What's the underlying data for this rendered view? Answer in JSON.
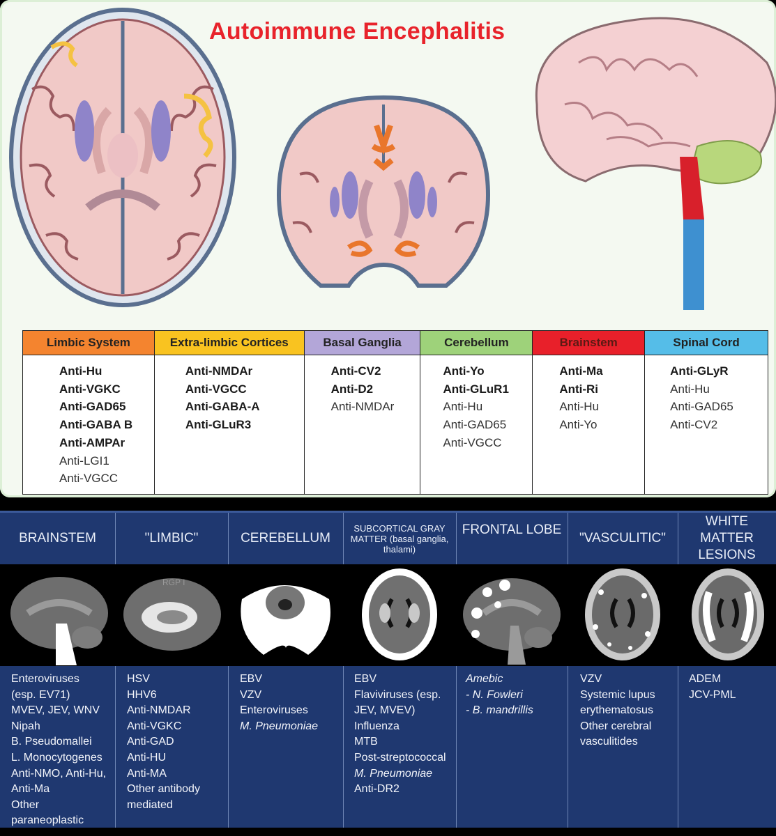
{
  "title": "Autoimmune Encephalitis",
  "colors": {
    "limbic": "#f4842f",
    "extra_limbic": "#f9c320",
    "basal_ganglia": "#b3a6d8",
    "cerebellum": "#9ed27a",
    "brainstem": "#e8202a",
    "spinal_cord": "#55bde8",
    "bottom_bg": "#1f3870"
  },
  "antibody_table": {
    "columns": [
      {
        "header": "Limbic System",
        "color": "#f4842f",
        "items": [
          {
            "text": "Anti-Hu",
            "bold": true
          },
          {
            "text": "Anti-VGKC",
            "bold": true
          },
          {
            "text": "Anti-GAD65",
            "bold": true
          },
          {
            "text": "Anti-GABA B",
            "bold": true
          },
          {
            "text": "Anti-AMPAr",
            "bold": true
          },
          {
            "text": "Anti-LGI1",
            "bold": false
          },
          {
            "text": "Anti-VGCC",
            "bold": false
          }
        ]
      },
      {
        "header": "Extra-limbic Cortices",
        "color": "#f9c320",
        "items": [
          {
            "text": "Anti-NMDAr",
            "bold": true
          },
          {
            "text": "Anti-VGCC",
            "bold": true
          },
          {
            "text": "Anti-GABA-A",
            "bold": true
          },
          {
            "text": "Anti-GLuR3",
            "bold": true
          }
        ]
      },
      {
        "header": "Basal Ganglia",
        "color": "#b3a6d8",
        "items": [
          {
            "text": "Anti-CV2",
            "bold": true
          },
          {
            "text": "Anti-D2",
            "bold": true
          },
          {
            "text": "Anti-NMDAr",
            "bold": false
          }
        ]
      },
      {
        "header": "Cerebellum",
        "color": "#9ed27a",
        "items": [
          {
            "text": "Anti-Yo",
            "bold": true
          },
          {
            "text": "Anti-GLuR1",
            "bold": true
          },
          {
            "text": "Anti-Hu",
            "bold": false
          },
          {
            "text": "Anti-GAD65",
            "bold": false
          },
          {
            "text": "Anti-VGCC",
            "bold": false
          }
        ]
      },
      {
        "header": "Brainstem",
        "color": "#e8202a",
        "items": [
          {
            "text": "Anti-Ma",
            "bold": true
          },
          {
            "text": "Anti-Ri",
            "bold": true
          },
          {
            "text": "Anti-Hu",
            "bold": false
          },
          {
            "text": "Anti-Yo",
            "bold": false
          }
        ]
      },
      {
        "header": "Spinal Cord",
        "color": "#55bde8",
        "items": [
          {
            "text": "Anti-GLyR",
            "bold": true
          },
          {
            "text": "Anti-Hu",
            "bold": false
          },
          {
            "text": "Anti-GAD65",
            "bold": false
          },
          {
            "text": "Anti-CV2",
            "bold": false
          }
        ]
      }
    ]
  },
  "infection_table": {
    "columns": [
      {
        "header": "BRAINSTEM",
        "image": "sagittal-brainstem-highlight",
        "items": [
          {
            "text": "Enteroviruses",
            "italic": false
          },
          {
            "text": "(esp. EV71)",
            "italic": false
          },
          {
            "text": "MVEV, JEV, WNV",
            "italic": false
          },
          {
            "text": "Nipah",
            "italic": false
          },
          {
            "text": "B. Pseudomallei",
            "italic": false
          },
          {
            "text": "L. Monocytogenes",
            "italic": false
          },
          {
            "text": "Anti-NMO, Anti-Hu,",
            "italic": false
          },
          {
            "text": "Anti-Ma",
            "italic": false
          },
          {
            "text": "Other",
            "italic": false
          },
          {
            "text": "paraneoplastic",
            "italic": false
          }
        ]
      },
      {
        "header": "\"LIMBIC\"",
        "image": "sagittal-limbic-highlight",
        "watermark": "RGP I",
        "items": [
          {
            "text": "HSV",
            "italic": false
          },
          {
            "text": "HHV6",
            "italic": false
          },
          {
            "text": "Anti-NMDAR",
            "italic": false
          },
          {
            "text": "Anti-VGKC",
            "italic": false
          },
          {
            "text": "Anti-GAD",
            "italic": false
          },
          {
            "text": "Anti-HU",
            "italic": false
          },
          {
            "text": "Anti-MA",
            "italic": false
          },
          {
            "text": "Other antibody",
            "italic": false
          },
          {
            "text": "mediated",
            "italic": false
          }
        ]
      },
      {
        "header": "CEREBELLUM",
        "image": "axial-cerebellum-highlight",
        "items": [
          {
            "text": "EBV",
            "italic": false
          },
          {
            "text": "VZV",
            "italic": false
          },
          {
            "text": "Enteroviruses",
            "italic": false
          },
          {
            "text": "M. Pneumoniae",
            "italic": true
          }
        ]
      },
      {
        "header": "SUBCORTICAL GRAY MATTER (basal ganglia, thalami)",
        "image": "axial-subcortical-highlight",
        "items": [
          {
            "text": "EBV",
            "italic": false
          },
          {
            "text": "Flaviviruses (esp.",
            "italic": false
          },
          {
            "text": "JEV, MVEV)",
            "italic": false
          },
          {
            "text": "Influenza",
            "italic": false
          },
          {
            "text": "MTB",
            "italic": false
          },
          {
            "text": "Post-streptococcal",
            "italic": false
          },
          {
            "text": "M. Pneumoniae",
            "italic": true
          },
          {
            "text": "Anti-DR2",
            "italic": false
          }
        ]
      },
      {
        "header": "FRONTAL LOBE",
        "image": "sagittal-frontal-lesions",
        "items": [
          {
            "text": "Amebic",
            "italic": true
          },
          {
            "text": "- N. Fowleri",
            "italic": true
          },
          {
            "text": "- B. mandrillis",
            "italic": true
          }
        ]
      },
      {
        "header": "\"VASCULITIC\"",
        "image": "axial-vasculitic-lesions",
        "items": [
          {
            "text": "VZV",
            "italic": false
          },
          {
            "text": "Systemic lupus",
            "italic": false
          },
          {
            "text": "erythematosus",
            "italic": false
          },
          {
            "text": "Other cerebral",
            "italic": false
          },
          {
            "text": "vasculitides",
            "italic": false
          }
        ]
      },
      {
        "header": "WHITE MATTER LESIONS",
        "image": "axial-white-matter-lesions",
        "items": [
          {
            "text": "ADEM",
            "italic": false
          },
          {
            "text": "JCV-PML",
            "italic": false
          }
        ]
      }
    ]
  }
}
